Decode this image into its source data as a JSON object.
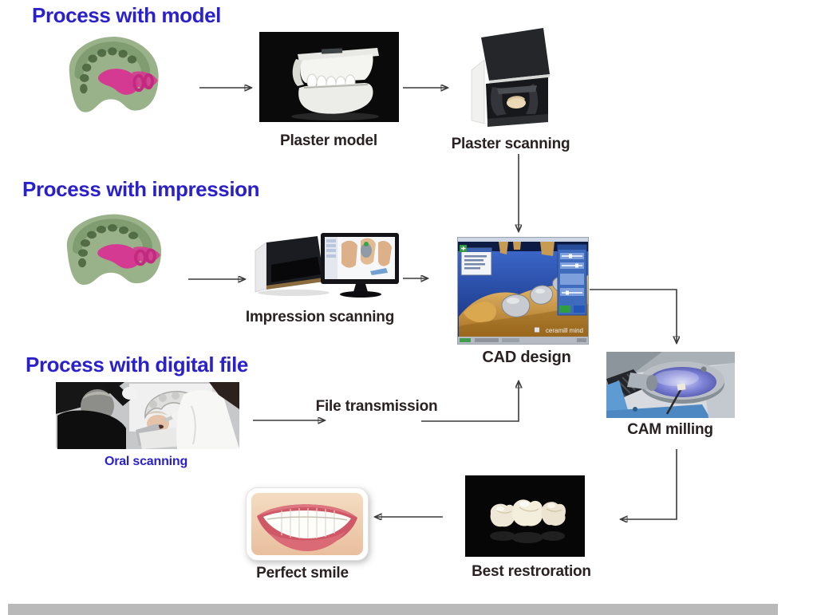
{
  "sections": {
    "model": {
      "title": "Process with model"
    },
    "impression": {
      "title": "Process with impression"
    },
    "digital": {
      "title": "Process with digital file"
    }
  },
  "nodes": {
    "plaster_model": {
      "label": "Plaster model"
    },
    "plaster_scanning": {
      "label": "Plaster scanning"
    },
    "impression_scanning": {
      "label": "Impression scanning"
    },
    "cad_design": {
      "label": "CAD design"
    },
    "cam_milling": {
      "label": "CAM milling"
    },
    "file_transmission": {
      "label": "File transmission"
    },
    "oral_scanning": {
      "label": "Oral scanning"
    },
    "perfect_smile": {
      "label": "Perfect smile"
    },
    "best_restoration": {
      "label": "Best restroration"
    }
  },
  "cad_screen": {
    "watermark": "ceramill mind"
  },
  "colors": {
    "heading_blue": "#2b21cb",
    "label_dark": "#2a2122",
    "arrow": "#3a3a3a",
    "scrollbar_gray": "#b9b9b9",
    "impression_green": "#9ab289",
    "impression_pink": "#d53a92",
    "cad_blue": "#3f6cd0",
    "cad_gold": "#d9a84f"
  }
}
